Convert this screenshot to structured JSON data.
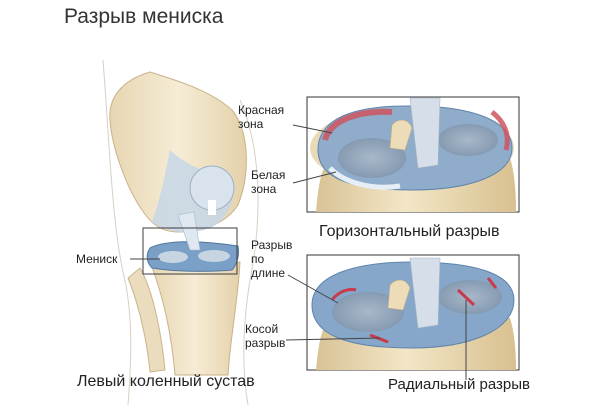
{
  "title": "Разрыв мениска",
  "labels": {
    "red_zone": "Красная\nзона",
    "white_zone": "Белая\nзона",
    "meniscus": "Мениск",
    "longitudinal_tear": "Разрыв\nпо\nдлине",
    "oblique_tear": "Косой\nразрыв"
  },
  "captions": {
    "horizontal_tear": "Горизонтальный разрыв",
    "left_knee": "Левый коленный сустав",
    "radial_tear": "Радиальный разрыв"
  },
  "colors": {
    "bone": "#efe2c4",
    "cartilage": "#bfd3e6",
    "meniscus": "#6d93be",
    "red_zone": "#cf5560",
    "tear": "#c93a4a",
    "leader_line": "#444444"
  }
}
